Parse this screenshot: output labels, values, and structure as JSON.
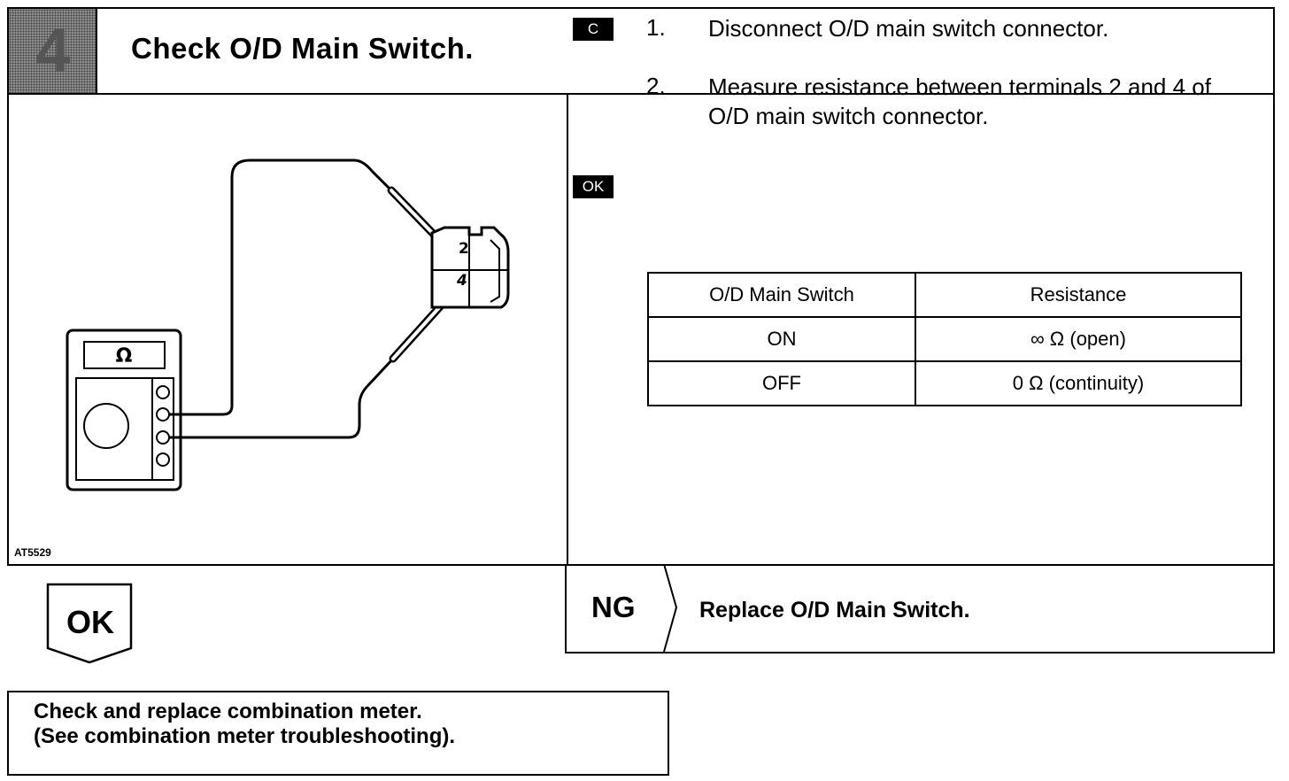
{
  "header": {
    "step_number": "4",
    "title": "Check O/D Main Switch."
  },
  "diagram": {
    "figure_code": "AT5529",
    "meter_symbol": "Ω",
    "terminal_2": "2",
    "terminal_4": "4"
  },
  "instructions": {
    "badge_c": "C",
    "steps": [
      {
        "number": "1.",
        "text": "Disconnect O/D main switch connector."
      },
      {
        "number": "2.",
        "text": "Measure resistance between terminals 2 and 4 of O/D main switch connector."
      }
    ],
    "badge_ok": "OK"
  },
  "table": {
    "headers": [
      "O/D Main Switch",
      "Resistance"
    ],
    "rows": [
      [
        "ON",
        "∞ Ω (open)"
      ],
      [
        "OFF",
        "0 Ω (continuity)"
      ]
    ]
  },
  "ng": {
    "label": "NG",
    "action": "Replace O/D Main Switch."
  },
  "ok": {
    "label": "OK",
    "action_line1": "Check and replace combination meter.",
    "action_line2": "(See combination meter troubleshooting)."
  }
}
